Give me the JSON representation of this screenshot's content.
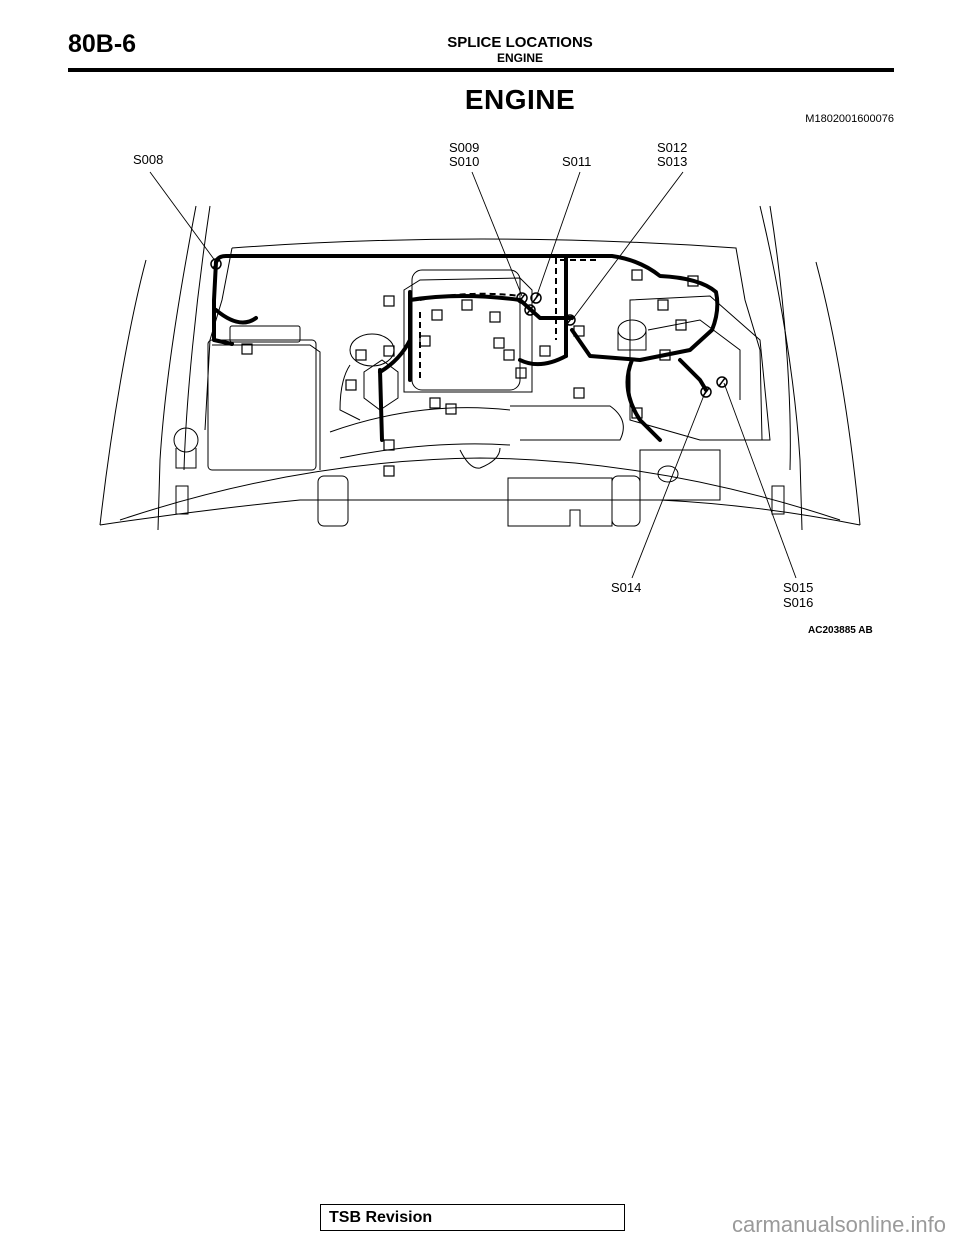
{
  "header": {
    "page_code": "80B-6",
    "title": "SPLICE LOCATIONS",
    "subtitle": "ENGINE"
  },
  "section": {
    "title": "ENGINE",
    "doc_id": "M1802001600076"
  },
  "figure": {
    "callouts": {
      "s008": "S008",
      "s009": "S009",
      "s010": "S010",
      "s011": "S011",
      "s012": "S012",
      "s013": "S013",
      "s014": "S014",
      "s015": "S015",
      "s016": "S016"
    },
    "figure_id": "AC203885 AB"
  },
  "footer": {
    "tsb_label": "TSB Revision",
    "watermark": "carmanualsonline.info"
  }
}
